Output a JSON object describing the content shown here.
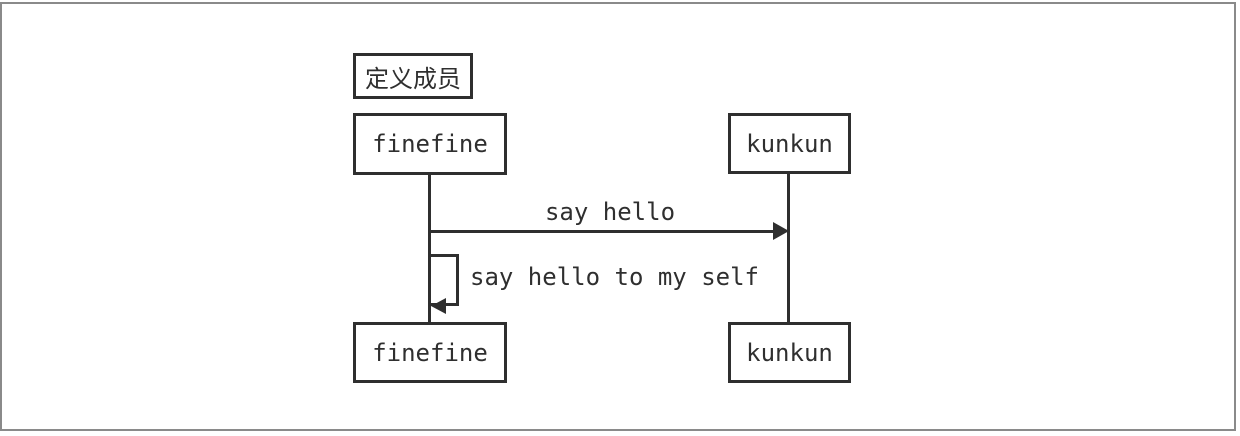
{
  "diagram": {
    "type": "sequence",
    "title_label": "定义成员",
    "actors": [
      {
        "id": "finefine",
        "label": "finefine"
      },
      {
        "id": "kunkun",
        "label": "kunkun"
      }
    ],
    "messages": [
      {
        "from": "finefine",
        "to": "kunkun",
        "label": "say hello",
        "self": false
      },
      {
        "from": "finefine",
        "to": "finefine",
        "label": "say hello to my self",
        "self": true
      }
    ],
    "colors": {
      "line": "#2f2f2f",
      "text": "#2f2f2f",
      "frame_border": "#8a8a8a",
      "background": "#ffffff"
    }
  }
}
